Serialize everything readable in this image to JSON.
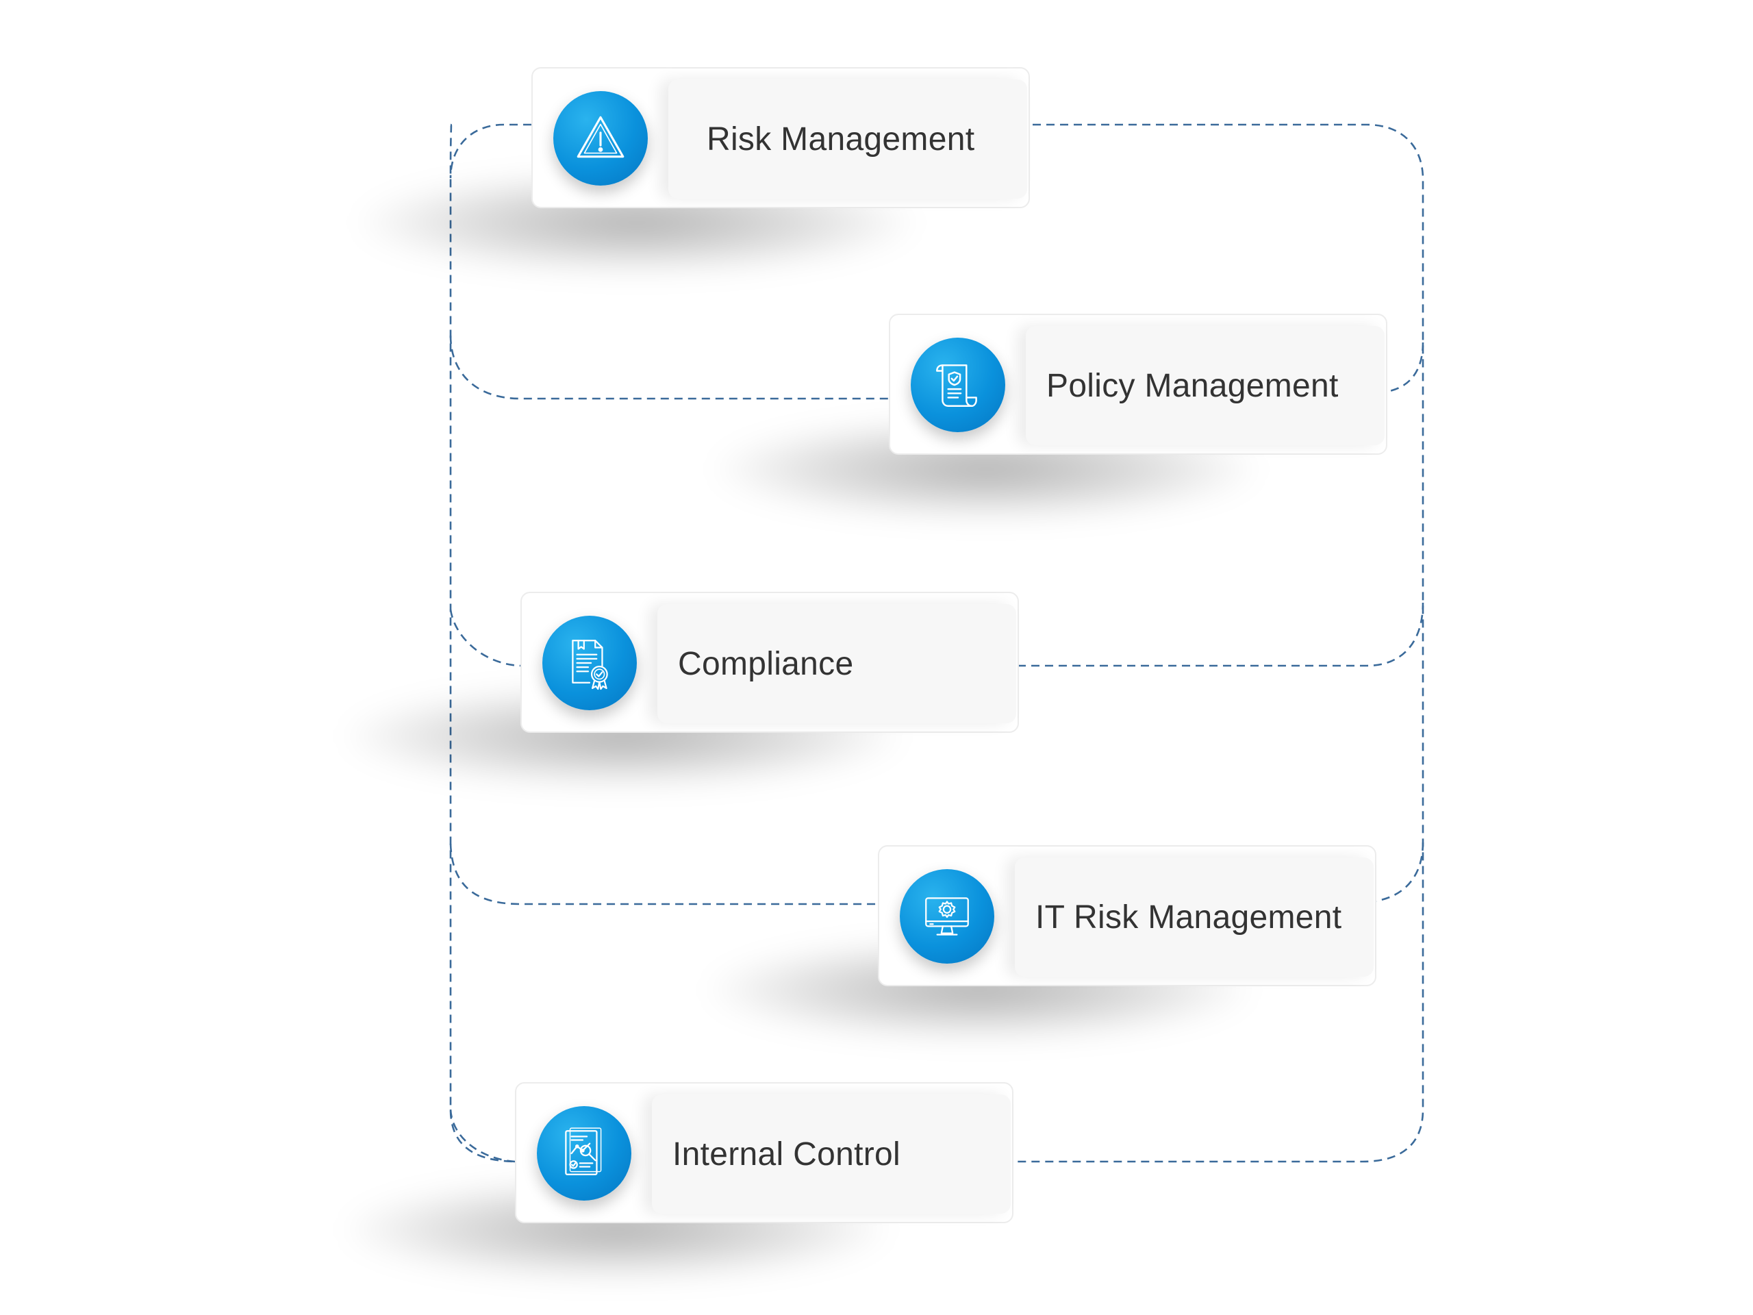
{
  "nodes": [
    {
      "label": "Risk Management",
      "icon": "warning-triangle-icon"
    },
    {
      "label": "Policy Management",
      "icon": "policy-scroll-icon"
    },
    {
      "label": "Compliance",
      "icon": "certificate-document-icon"
    },
    {
      "label": "IT Risk Management",
      "icon": "monitor-gear-icon"
    },
    {
      "label": "Internal Control",
      "icon": "report-magnifier-icon"
    }
  ],
  "colors": {
    "icon_blue": "#0a91dc",
    "connector": "#3a6a9a",
    "label_bg": "#f7f7f7",
    "text": "#333333"
  }
}
